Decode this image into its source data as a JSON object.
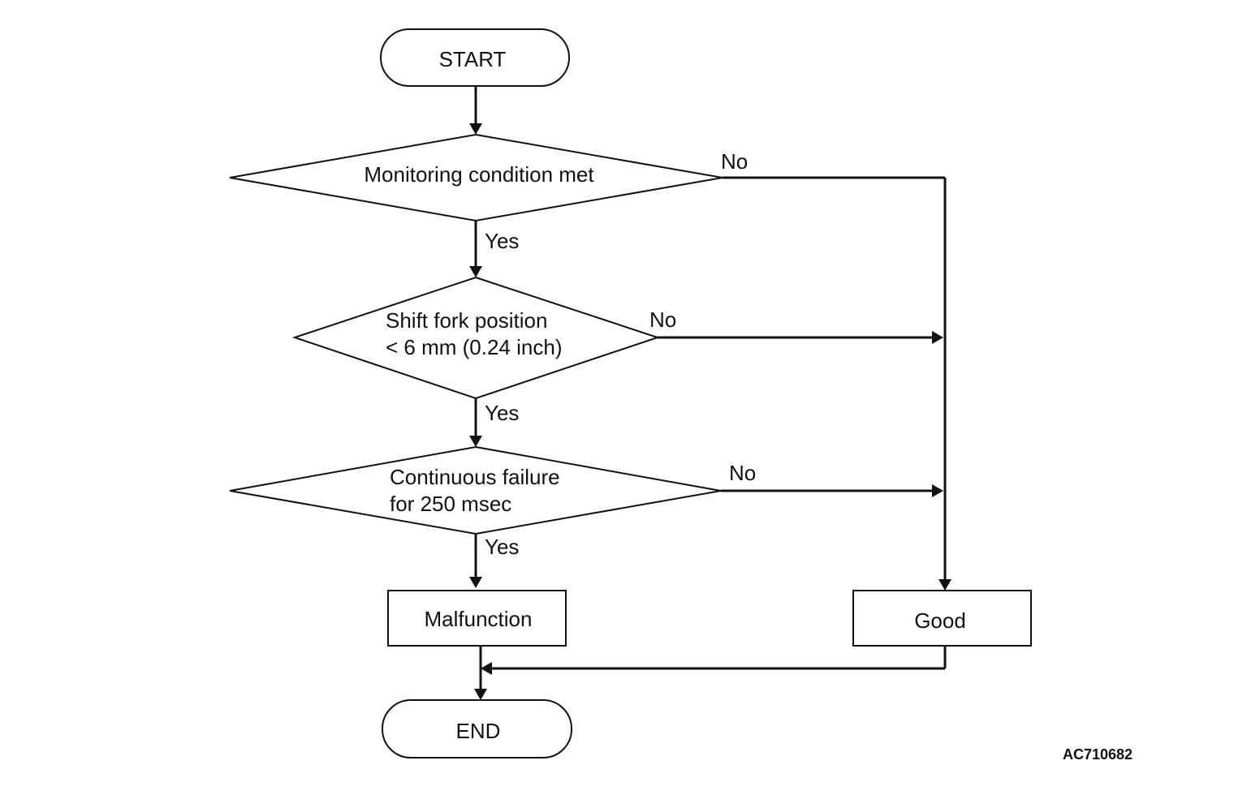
{
  "flowchart": {
    "start": "START",
    "decision_monitoring": "Monitoring condition met",
    "decision_shift_fork_line1": "Shift fork position",
    "decision_shift_fork_line2": "< 6 mm (0.24 inch)",
    "decision_continuous_line1": "Continuous failure",
    "decision_continuous_line2": "for 250 msec",
    "malfunction": "Malfunction",
    "good": "Good",
    "end": "END",
    "labels": {
      "monitoring_yes": "Yes",
      "monitoring_no": "No",
      "shift_fork_yes": "Yes",
      "shift_fork_no": "No",
      "continuous_yes": "Yes",
      "continuous_no": "No"
    }
  },
  "figure_code": "AC710682"
}
